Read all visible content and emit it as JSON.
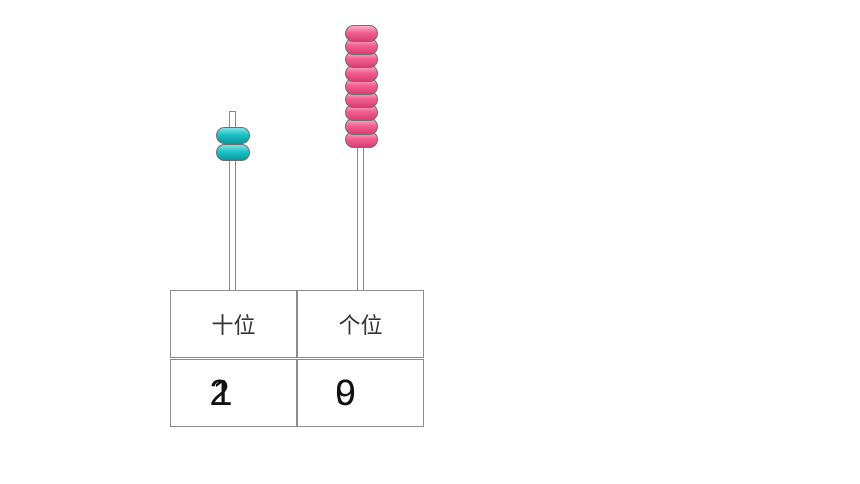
{
  "columns": [
    {
      "label": "十位",
      "value_layers": [
        "2",
        "1"
      ],
      "bead_count": 2,
      "bead_color": "#1cc3c7"
    },
    {
      "label": "个位",
      "value_layers": [
        "0",
        "9"
      ],
      "bead_count": 9,
      "bead_color": "#f2608f"
    }
  ]
}
